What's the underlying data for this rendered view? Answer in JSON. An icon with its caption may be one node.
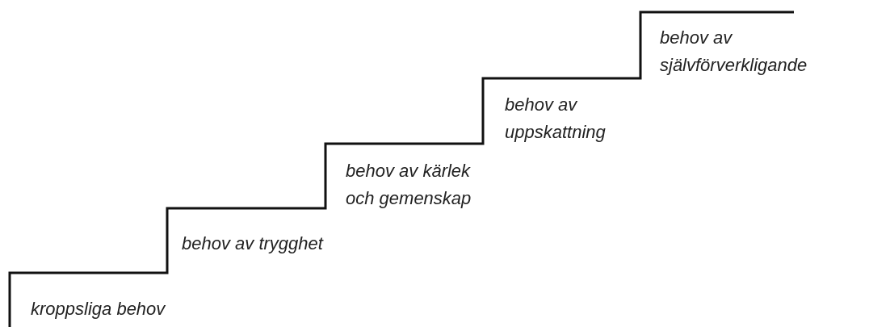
{
  "diagram": {
    "labels": [
      "kroppsliga behov",
      "behov av trygghet",
      "behov av kärlek och gemenskap",
      "behov av uppskattning",
      "behov av självförverkligande"
    ]
  }
}
